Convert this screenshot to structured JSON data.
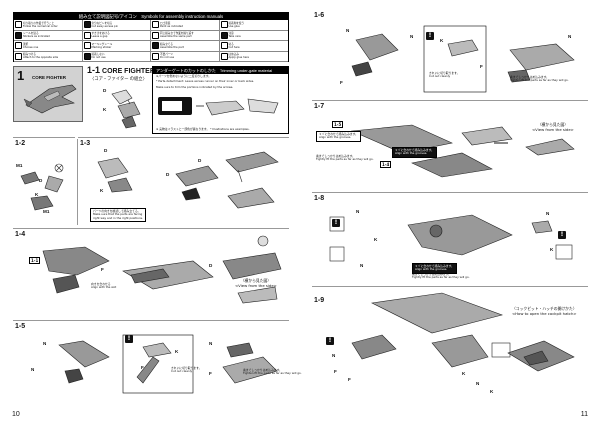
{
  "pages": {
    "left_number": "10",
    "right_number": "11"
  },
  "legend": {
    "title": "組み立て説明図記号/アイコン　Symbols for assembly instruction manuals",
    "symbols": [
      {
        "icon": "cut-icon",
        "jp": "切り取りの作業で行うこと",
        "en": "Follow the numerical order"
      },
      {
        "icon": "pin-cut-icon",
        "jp": "余分なピンを切る",
        "en": "Cut away excess pin"
      },
      {
        "icon": "paint-icon",
        "jp": "ロゴ塗装",
        "en": "Paint as indicated"
      },
      {
        "icon": "glue-icon",
        "jp": "接着剤を使う",
        "en": "Use glue"
      },
      {
        "icon": "sticker-icon",
        "jp": "シールを貼る",
        "en": "Stickers as indicated"
      },
      {
        "icon": "gap-icon",
        "jp": "すきまをあける",
        "en": "Leave a gap"
      },
      {
        "icon": "same-icon",
        "jp": "同じ組み立て作業を繰り返す",
        "en": "Assemble the same part"
      },
      {
        "icon": "warning-icon",
        "jp": "注意",
        "en": "Take care"
      },
      {
        "icon": "choose-icon",
        "jp": "選択",
        "en": "Choose one"
      },
      {
        "icon": "sticker-marking-icon",
        "jp": "マーキングシール",
        "en": "Marking sticker"
      },
      {
        "icon": "assemble-icon",
        "jp": "組み立てる",
        "en": "Assemble the part"
      },
      {
        "icon": "cut-off-icon",
        "jp": "切る",
        "en": "Cut here"
      },
      {
        "icon": "attach-icon",
        "jp": "組みつける",
        "en": "Attach to the opposite side"
      },
      {
        "icon": "no-glue-icon",
        "jp": "接着しない",
        "en": "Do not use"
      },
      {
        "icon": "remove-icon",
        "jp": "不要パーツ",
        "en": "Do not use"
      },
      {
        "icon": "apply-icon",
        "jp": "はめ込み",
        "en": "Apply glue here"
      }
    ]
  },
  "core_fighter": {
    "section_number": "1",
    "section_title": "CORE FIGHTER",
    "step_number": "1-1",
    "step_title": "CORE FIGHTER",
    "step_title_jp": "〈コア・ファイター の組立〉",
    "parts": [
      "D",
      "K"
    ]
  },
  "gate_guide": {
    "title": "アンダーゲートのカットのしかた　Trimming under-gate material",
    "lines": [
      "※パーツを傷めないように二度切りします。",
      "* Parts-detachment: Leave excess runner on their inner or back sides.",
      "  Make sure to trim the portions indicated by the arrows."
    ],
    "footer": "※ 実物はイラストと一部色が異なります。 * Illustrations are examples."
  },
  "steps": {
    "s1_2": {
      "number": "1-2",
      "parts": [
        "M1",
        "D",
        "K",
        "M1"
      ]
    },
    "s1_3": {
      "number": "1-3",
      "parts": [
        "D",
        "K",
        "D",
        "D"
      ],
      "note": "パーツの向きを確認して組み立てる。\nMake sure that the parts are facing\nright way and in the right positions."
    },
    "s1_4": {
      "number": "1-4",
      "ref": "1-1",
      "caption_jp": "向きを合わせる",
      "caption_en": "Align with the slot",
      "parts": [
        "F",
        "D"
      ],
      "view_label_jp": "〈横から見た図〉",
      "view_label_en": "<View from the side>"
    },
    "s1_5": {
      "number": "1-5",
      "parts": [
        "N",
        "N",
        "K",
        "F",
        "N",
        "F"
      ],
      "cut_jp": "きれいに切り取ります。",
      "cut_en": "Cut out cleanly",
      "tight_jp": "奥までしっかりはめ込みます。",
      "tight_en": "Tighten fit the parts as far as they will go."
    },
    "s1_6": {
      "number": "1-6",
      "parts": [
        "N",
        "F",
        "N",
        "K",
        "F",
        "N"
      ],
      "cut_jp": "きれいに切り取ります。",
      "cut_en": "Cut out cleanly",
      "tight_jp": "奥までしっかりはめ込みます。",
      "tight_en": "Tighten fit the parts as far as they will go."
    },
    "s1_7": {
      "number": "1-7",
      "refs": [
        "1-5",
        "1-4"
      ],
      "align_jp": "ミゾに合わせて組み込みます。",
      "align_en": "Align with the grooves.",
      "tight_jp": "奥までしっかりはめ込みます。",
      "tight_en": "Tightly fit the parts as far as they will go.",
      "view_label_jp": "〈横から見た図〉",
      "view_label_en": "<View from the side>"
    },
    "s1_8": {
      "number": "1-8",
      "parts": [
        "N",
        "K",
        "N",
        "N",
        "K"
      ],
      "align_jp": "ミゾに合わせて組み込みます。",
      "align_en": "Align with the grooves.",
      "tight_jp": "奥までしっかりはめ込みます。",
      "tight_en": "Tightly fit the parts as far as they will go."
    },
    "s1_9": {
      "number": "1-9",
      "parts": [
        "N",
        "F",
        "F",
        "K",
        "K",
        "N",
        "K"
      ],
      "hatch_jp": "〈コックピット・ハッチの開けかた〉",
      "hatch_en": "<How to open the cockpit hatch>"
    }
  }
}
